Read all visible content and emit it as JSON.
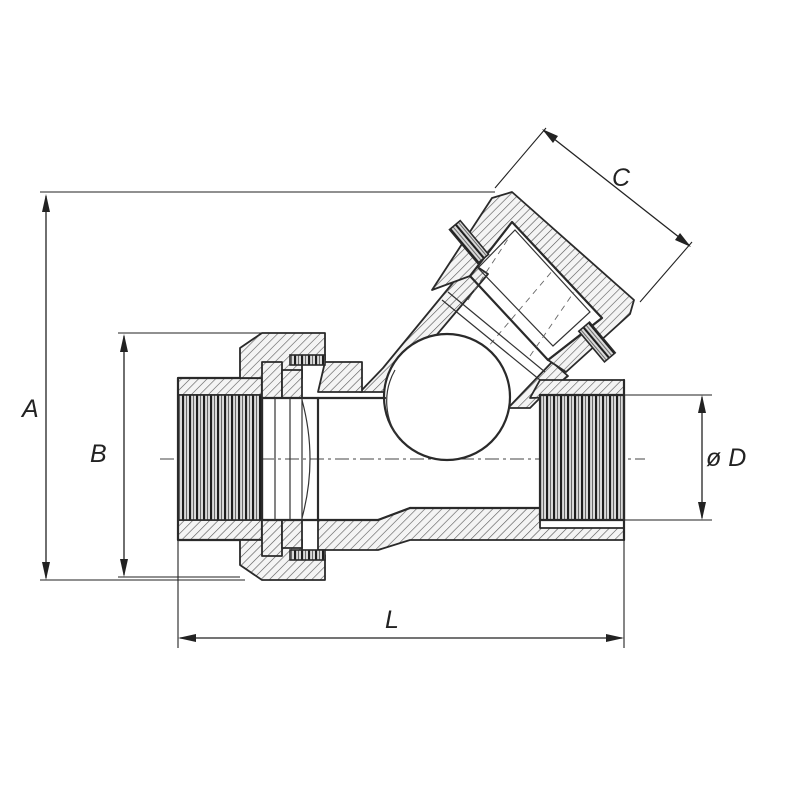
{
  "labels": {
    "A": "A",
    "B": "B",
    "C": "C",
    "D": "ø D",
    "L": "L"
  }
}
